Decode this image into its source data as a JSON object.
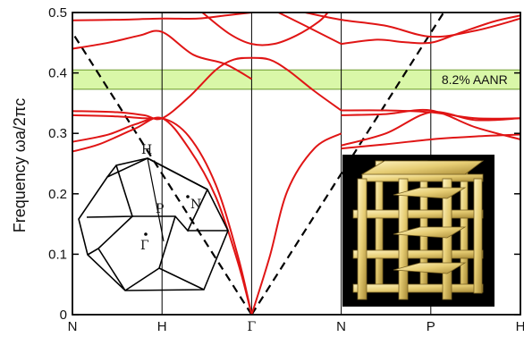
{
  "chart_data": {
    "type": "line",
    "ylabel": "Frequency  ωa/2πc",
    "ylim": [
      0,
      0.5
    ],
    "yticks": [
      "0",
      "0.1",
      "0.2",
      "0.3",
      "0.4",
      "0.5"
    ],
    "x_points": [
      "N",
      "H",
      "Γ",
      "N",
      "P",
      "H"
    ],
    "x_positions": [
      0,
      1,
      2,
      3,
      4,
      5
    ],
    "band_annotation": {
      "label": "8.2% AANR",
      "ymin": 0.373,
      "ymax": 0.405,
      "color": "#d9f7a8"
    },
    "light_lines": {
      "style": "dashed",
      "color": "#000000",
      "apex_x": 2,
      "slope_frequency_per_unit": 0.2333
    },
    "series": [
      {
        "values": [
          [
            0,
            0.27
          ],
          [
            0.3,
            0.282
          ],
          [
            0.7,
            0.308
          ],
          [
            1,
            0.325
          ],
          [
            1.3,
            0.275
          ],
          [
            1.6,
            0.195
          ],
          [
            1.85,
            0.085
          ],
          [
            2,
            0
          ]
        ]
      },
      {
        "values": [
          [
            0,
            0.286
          ],
          [
            0.4,
            0.298
          ],
          [
            0.7,
            0.315
          ],
          [
            1,
            0.325
          ],
          [
            1.3,
            0.295
          ],
          [
            1.6,
            0.215
          ],
          [
            1.85,
            0.095
          ],
          [
            2,
            0
          ]
        ]
      },
      {
        "values": [
          [
            0,
            0.33
          ],
          [
            0.5,
            0.328
          ],
          [
            0.8,
            0.325
          ],
          [
            1,
            0.325
          ]
        ]
      },
      {
        "values": [
          [
            0,
            0.337
          ],
          [
            0.5,
            0.335
          ],
          [
            0.8,
            0.33
          ],
          [
            1,
            0.325
          ],
          [
            1.3,
            0.36
          ],
          [
            1.6,
            0.405
          ],
          [
            1.8,
            0.422
          ],
          [
            2,
            0.425
          ],
          [
            2.2,
            0.422
          ],
          [
            2.4,
            0.405
          ],
          [
            2.7,
            0.37
          ],
          [
            3,
            0.338
          ]
        ]
      },
      {
        "values": [
          [
            0,
            0.44
          ],
          [
            0.4,
            0.45
          ],
          [
            0.75,
            0.462
          ],
          [
            1,
            0.468
          ],
          [
            1.35,
            0.43
          ],
          [
            1.7,
            0.415
          ],
          [
            2,
            0.39
          ]
        ]
      },
      {
        "values": [
          [
            0,
            0.487
          ],
          [
            0.5,
            0.488
          ],
          [
            1,
            0.49
          ],
          [
            1.4,
            0.49
          ],
          [
            1.7,
            0.495
          ],
          [
            2,
            0.5
          ]
        ]
      },
      {
        "values": [
          [
            1.45,
            0.5
          ],
          [
            1.75,
            0.465
          ],
          [
            2,
            0.448
          ],
          [
            2.25,
            0.448
          ],
          [
            2.5,
            0.462
          ],
          [
            2.75,
            0.485
          ],
          [
            2.85,
            0.5
          ]
        ]
      },
      {
        "values": [
          [
            2,
            0
          ],
          [
            2.2,
            0.095
          ],
          [
            2.4,
            0.205
          ],
          [
            2.7,
            0.275
          ],
          [
            3,
            0.3
          ]
        ]
      },
      {
        "values": [
          [
            2.3,
            0.5
          ],
          [
            2.6,
            0.478
          ],
          [
            3,
            0.448
          ]
        ]
      },
      {
        "values": [
          [
            2.6,
            0.5
          ],
          [
            3,
            0.488
          ],
          [
            3.5,
            0.478
          ],
          [
            4,
            0.46
          ],
          [
            4.5,
            0.47
          ],
          [
            5,
            0.49
          ]
        ]
      },
      {
        "values": [
          [
            3,
            0.448
          ],
          [
            3.4,
            0.455
          ],
          [
            3.7,
            0.451
          ],
          [
            4,
            0.45
          ],
          [
            4.3,
            0.465
          ],
          [
            4.7,
            0.485
          ],
          [
            5,
            0.495
          ]
        ]
      },
      {
        "values": [
          [
            3,
            0.338
          ],
          [
            3.5,
            0.338
          ],
          [
            4,
            0.335
          ],
          [
            4.5,
            0.325
          ],
          [
            5,
            0.325
          ]
        ]
      },
      {
        "values": [
          [
            3,
            0.33
          ],
          [
            3.5,
            0.332
          ],
          [
            4,
            0.338
          ],
          [
            4.5,
            0.31
          ],
          [
            5,
            0.29
          ]
        ]
      },
      {
        "values": [
          [
            3,
            0.28
          ],
          [
            3.5,
            0.3
          ],
          [
            4,
            0.335
          ],
          [
            4.5,
            0.322
          ],
          [
            5,
            0.325
          ]
        ]
      },
      {
        "values": [
          [
            3,
            0.275
          ],
          [
            3.5,
            0.282
          ],
          [
            4,
            0.29
          ],
          [
            4.5,
            0.295
          ],
          [
            5,
            0.298
          ]
        ]
      }
    ]
  },
  "bz_inset": {
    "labels": {
      "H": "H",
      "P": "P",
      "N": "N",
      "gamma": "Γ"
    }
  },
  "structure_inset": {
    "background": "#000000",
    "gold": "#e8d27a"
  }
}
